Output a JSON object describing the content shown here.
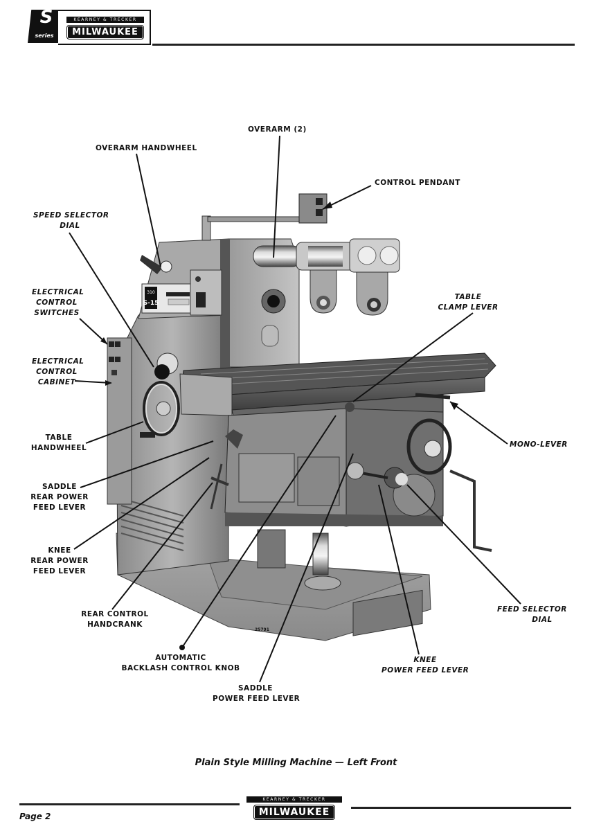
{
  "header": {
    "series_letter": "S",
    "series_word": "series",
    "brand_top": "KEARNEY & TRECKER",
    "brand_main": "MILWAUKEE"
  },
  "figure": {
    "machine_badge": "S-15",
    "machine_badge_small": "310",
    "photo_number": "25791",
    "callouts": {
      "overarm_2": "OVERARM (2)",
      "overarm_handwheel": "OVERARM HANDWHEEL",
      "control_pendant": "CONTROL PENDANT",
      "speed_selector_dial": [
        "SPEED SELECTOR",
        "DIAL"
      ],
      "electrical_control_switches": [
        "ELECTRICAL",
        "CONTROL",
        "SWITCHES"
      ],
      "electrical_control_cabinet": [
        "ELECTRICAL",
        "CONTROL",
        "CABINET"
      ],
      "table_clamp_lever": [
        "TABLE",
        "CLAMP LEVER"
      ],
      "mono_lever": "MONO-LEVER",
      "table_handwheel": [
        "TABLE",
        "HANDWHEEL"
      ],
      "saddle_rear_power_feed_lever": [
        "SADDLE",
        "REAR POWER",
        "FEED LEVER"
      ],
      "knee_rear_power_feed_lever": [
        "KNEE",
        "REAR POWER",
        "FEED LEVER"
      ],
      "rear_control_handcrank": [
        "REAR CONTROL",
        "HANDCRANK"
      ],
      "feed_selector_dial": [
        "FEED SELECTOR",
        "DIAL"
      ],
      "automatic_backlash_control_knob": [
        "AUTOMATIC",
        "BACKLASH CONTROL KNOB"
      ],
      "knee_power_feed_lever": [
        "KNEE",
        "POWER FEED LEVER"
      ],
      "saddle_power_feed_lever": [
        "SADDLE",
        "POWER FEED LEVER"
      ]
    },
    "caption": "Plain Style Milling Machine — Left Front"
  },
  "footer": {
    "page_label": "Page 2",
    "brand_top": "KEARNEY & TRECKER",
    "brand_main": "MILWAUKEE"
  }
}
